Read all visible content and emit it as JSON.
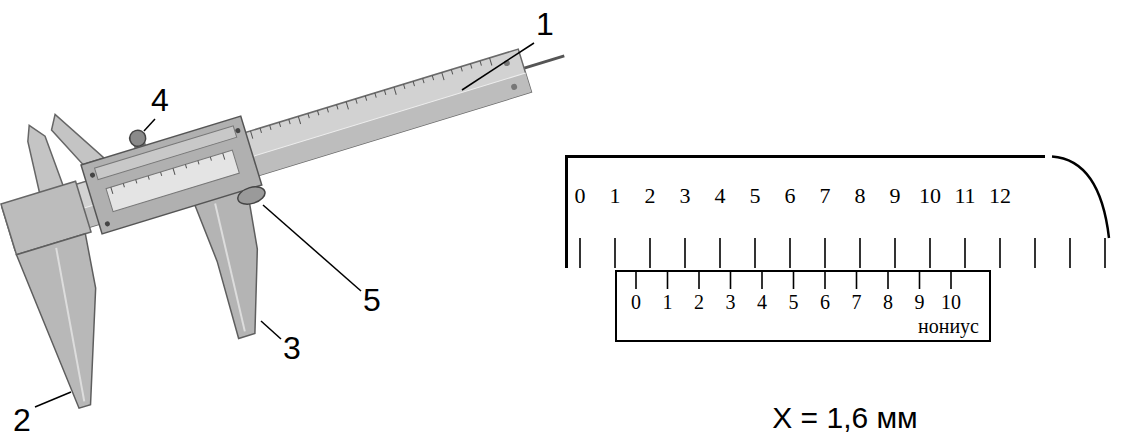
{
  "diagram": {
    "nodes": [
      {
        "text": [
          "0",
          "1",
          "2",
          "3",
          "4",
          "5",
          "6",
          "7",
          "8",
          "9",
          "10",
          "11",
          "12"
        ]
      },
      {
        "text": [
          "0",
          "1",
          "2",
          "3",
          "4",
          "5",
          "6",
          "7",
          "8",
          "9",
          "10",
          "нониус"
        ]
      }
    ],
    "labels": [
      "1",
      "4",
      "5",
      "3",
      "2",
      "X = 1,6 мм"
    ]
  }
}
